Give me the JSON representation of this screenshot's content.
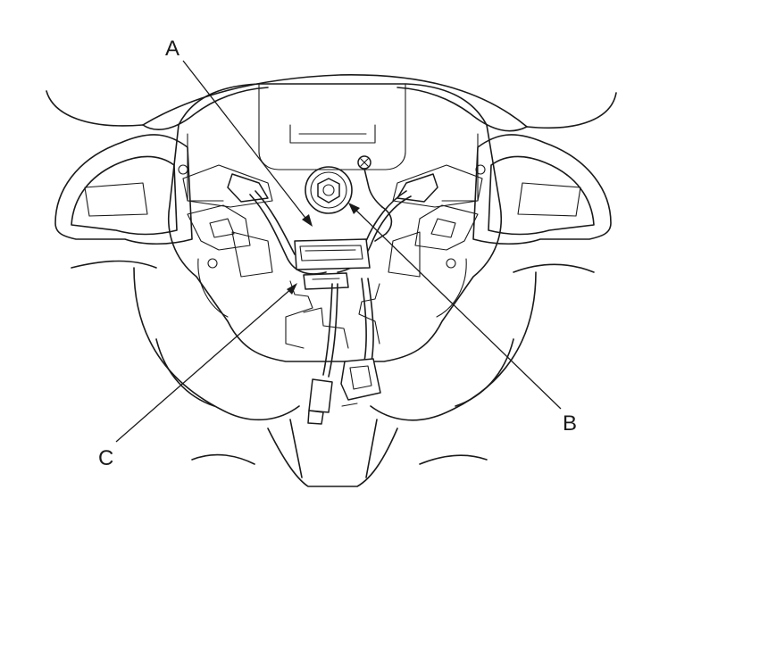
{
  "callouts": [
    {
      "id": "A",
      "label": "A"
    },
    {
      "id": "B",
      "label": "B"
    },
    {
      "id": "C",
      "label": "C"
    }
  ],
  "colors": {
    "ink": "#1a1a1a",
    "background": "#ffffff"
  }
}
